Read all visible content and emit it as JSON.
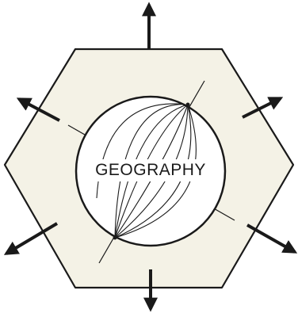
{
  "diagram": {
    "center_label": "GEOGRAPHY",
    "colors": {
      "hexagon_fill": "#f4f2e6",
      "stroke": "#1a1a1a",
      "globe_fill": "#ffffff",
      "background": "#ffffff"
    },
    "shapes": {
      "outer": "hexagon",
      "inner": "globe",
      "arrows": 6
    }
  }
}
